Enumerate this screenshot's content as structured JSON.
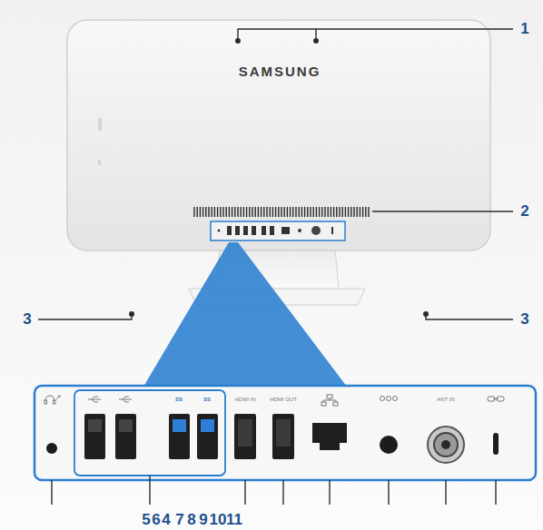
{
  "diagram": {
    "labels": [
      "1",
      "SAMSUNG",
      "2",
      "3",
      "3",
      "SS",
      "SS",
      "HDMI IN",
      "HDMI OUT",
      "ANT IN",
      "5",
      "6",
      "4",
      "7",
      "8",
      "9",
      "10",
      "11"
    ]
  }
}
